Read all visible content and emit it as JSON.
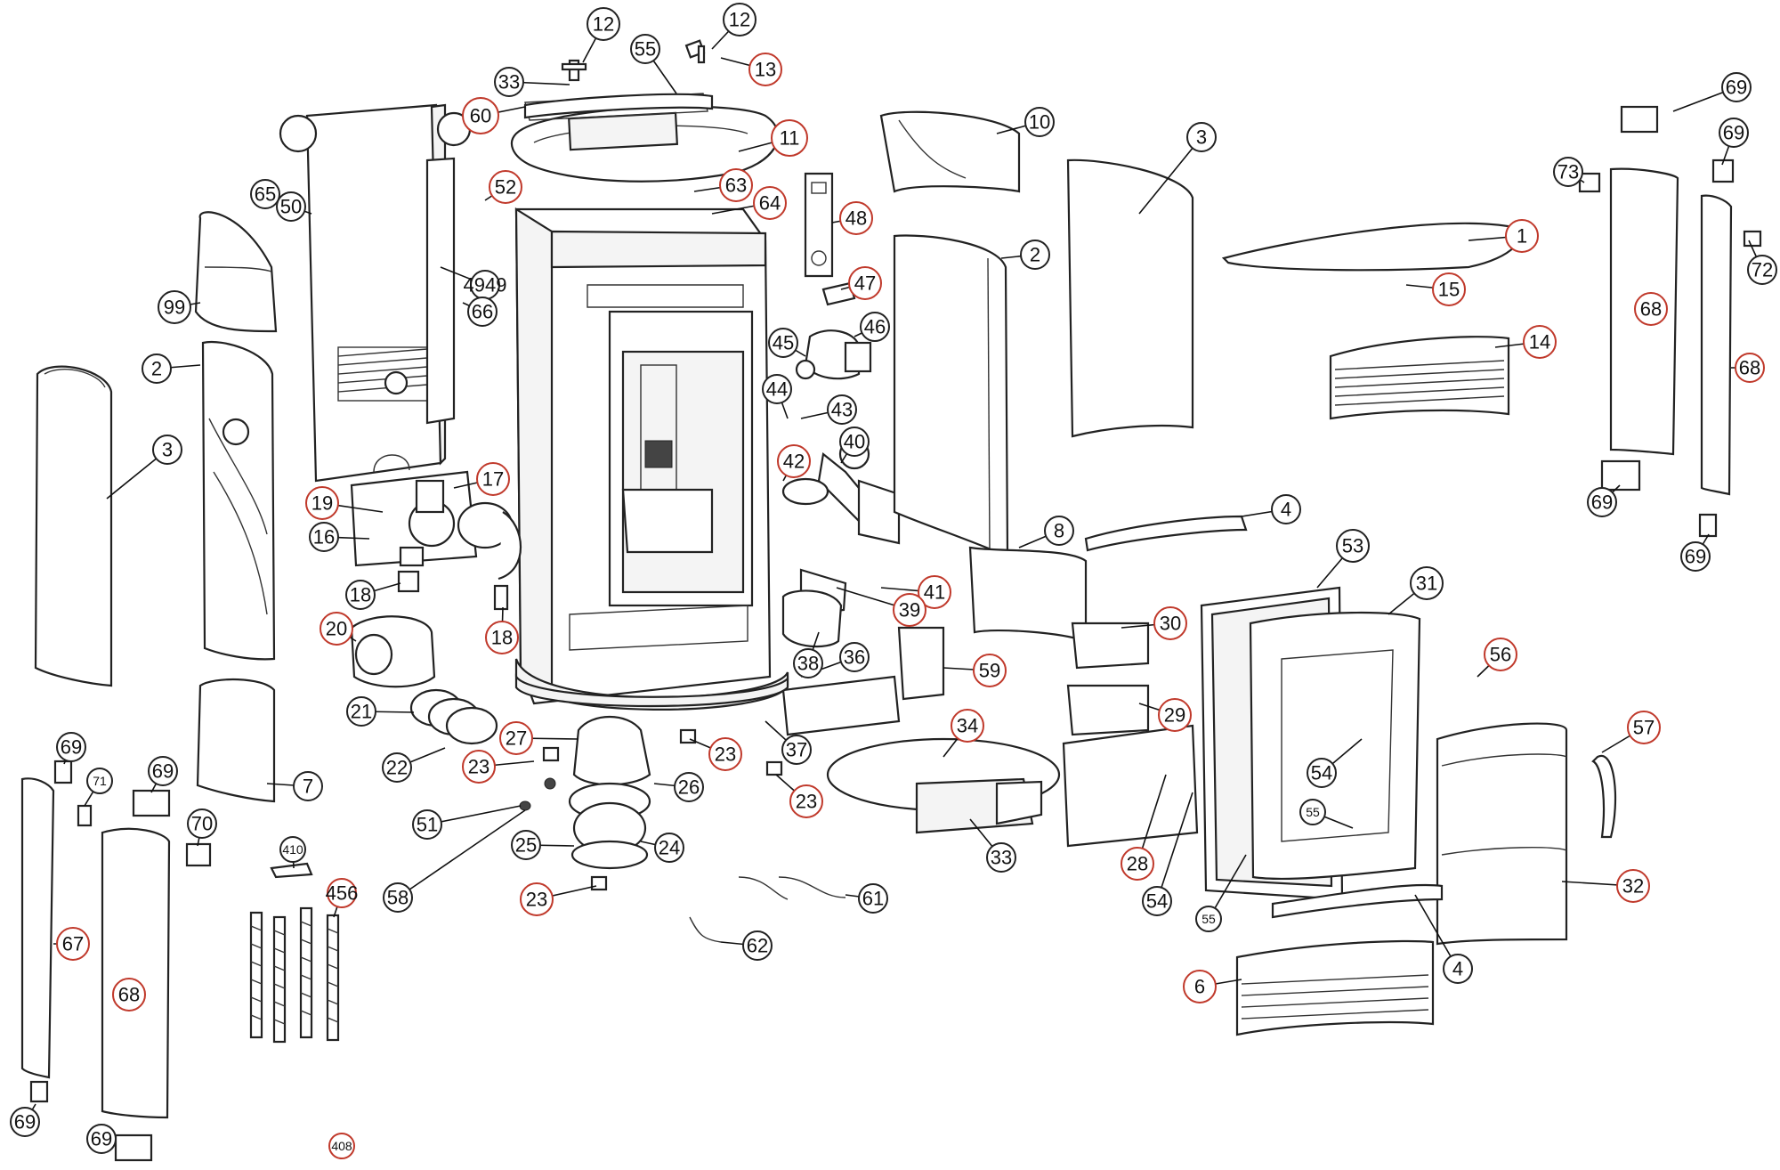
{
  "diagram": {
    "callout_ring_colors": {
      "red": "#c0392b",
      "black": "#222222"
    },
    "callouts": [
      {
        "id": "c-12a",
        "label": "12",
        "ring": "black"
      },
      {
        "id": "c-12b",
        "label": "12",
        "ring": "black"
      },
      {
        "id": "c-55a",
        "label": "55",
        "ring": "black"
      },
      {
        "id": "c-13",
        "label": "13",
        "ring": "red"
      },
      {
        "id": "c-33a",
        "label": "33",
        "ring": "black"
      },
      {
        "id": "c-60",
        "label": "60",
        "ring": "red"
      },
      {
        "id": "c-11",
        "label": "11",
        "ring": "red"
      },
      {
        "id": "c-63",
        "label": "63",
        "ring": "red"
      },
      {
        "id": "c-64",
        "label": "64",
        "ring": "red"
      },
      {
        "id": "c-52",
        "label": "52",
        "ring": "red"
      },
      {
        "id": "c-65",
        "label": "65",
        "ring": "black"
      },
      {
        "id": "c-50",
        "label": "50",
        "ring": "black"
      },
      {
        "id": "c-49",
        "label": "4949",
        "ring": "black"
      },
      {
        "id": "c-66",
        "label": "66",
        "ring": "black"
      },
      {
        "id": "c-99",
        "label": "99",
        "ring": "black"
      },
      {
        "id": "c-48",
        "label": "48",
        "ring": "red"
      },
      {
        "id": "c-47",
        "label": "47",
        "ring": "red"
      },
      {
        "id": "c-46",
        "label": "46",
        "ring": "black"
      },
      {
        "id": "c-45",
        "label": "45",
        "ring": "black"
      },
      {
        "id": "c-44",
        "label": "44",
        "ring": "black"
      },
      {
        "id": "c-43",
        "label": "43",
        "ring": "black"
      },
      {
        "id": "c-42",
        "label": "42",
        "ring": "red"
      },
      {
        "id": "c-40",
        "label": "40",
        "ring": "black"
      },
      {
        "id": "c-41",
        "label": "41",
        "ring": "red"
      },
      {
        "id": "c-39",
        "label": "39",
        "ring": "red"
      },
      {
        "id": "c-38",
        "label": "38",
        "ring": "black"
      },
      {
        "id": "c-36",
        "label": "36",
        "ring": "black"
      },
      {
        "id": "c-37",
        "label": "37",
        "ring": "black"
      },
      {
        "id": "c-59",
        "label": "59",
        "ring": "red"
      },
      {
        "id": "c-34",
        "label": "34",
        "ring": "red"
      },
      {
        "id": "c-33b",
        "label": "33",
        "ring": "black"
      },
      {
        "id": "c-10",
        "label": "10",
        "ring": "black"
      },
      {
        "id": "c-2a",
        "label": "2",
        "ring": "black"
      },
      {
        "id": "c-8",
        "label": "8",
        "ring": "black"
      },
      {
        "id": "c-3a",
        "label": "3",
        "ring": "black"
      },
      {
        "id": "c-4a",
        "label": "4",
        "ring": "black"
      },
      {
        "id": "c-30",
        "label": "30",
        "ring": "red"
      },
      {
        "id": "c-29",
        "label": "29",
        "ring": "red"
      },
      {
        "id": "c-28",
        "label": "28",
        "ring": "red"
      },
      {
        "id": "c-1",
        "label": "1",
        "ring": "red"
      },
      {
        "id": "c-15",
        "label": "15",
        "ring": "red"
      },
      {
        "id": "c-14",
        "label": "14",
        "ring": "red"
      },
      {
        "id": "c-53",
        "label": "53",
        "ring": "black"
      },
      {
        "id": "c-31",
        "label": "31",
        "ring": "black"
      },
      {
        "id": "c-54a",
        "label": "54",
        "ring": "black"
      },
      {
        "id": "c-55b",
        "label": "55",
        "ring": "black"
      },
      {
        "id": "c-54b",
        "label": "54",
        "ring": "black"
      },
      {
        "id": "c-55c",
        "label": "55",
        "ring": "black"
      },
      {
        "id": "c-56",
        "label": "56",
        "ring": "red"
      },
      {
        "id": "c-57",
        "label": "57",
        "ring": "red"
      },
      {
        "id": "c-32",
        "label": "32",
        "ring": "red"
      },
      {
        "id": "c-4b",
        "label": "4",
        "ring": "black"
      },
      {
        "id": "c-6",
        "label": "6",
        "ring": "red"
      },
      {
        "id": "c-69a",
        "label": "69",
        "ring": "black"
      },
      {
        "id": "c-69b",
        "label": "69",
        "ring": "black"
      },
      {
        "id": "c-73",
        "label": "73",
        "ring": "black"
      },
      {
        "id": "c-72",
        "label": "72",
        "ring": "black"
      },
      {
        "id": "c-68a",
        "label": "68",
        "ring": "red"
      },
      {
        "id": "c-68b",
        "label": "68",
        "ring": "red"
      },
      {
        "id": "c-69c",
        "label": "69",
        "ring": "black"
      },
      {
        "id": "c-69d",
        "label": "69",
        "ring": "black"
      },
      {
        "id": "c-2b",
        "label": "2",
        "ring": "black"
      },
      {
        "id": "c-3b",
        "label": "3",
        "ring": "black"
      },
      {
        "id": "c-19",
        "label": "19",
        "ring": "red"
      },
      {
        "id": "c-17",
        "label": "17",
        "ring": "red"
      },
      {
        "id": "c-16",
        "label": "16",
        "ring": "black"
      },
      {
        "id": "c-18a",
        "label": "18",
        "ring": "black"
      },
      {
        "id": "c-18b",
        "label": "18",
        "ring": "red"
      },
      {
        "id": "c-20",
        "label": "20",
        "ring": "red"
      },
      {
        "id": "c-7",
        "label": "7",
        "ring": "black"
      },
      {
        "id": "c-21",
        "label": "21",
        "ring": "black"
      },
      {
        "id": "c-22",
        "label": "22",
        "ring": "black"
      },
      {
        "id": "c-27",
        "label": "27",
        "ring": "red"
      },
      {
        "id": "c-23a",
        "label": "23",
        "ring": "red"
      },
      {
        "id": "c-23b",
        "label": "23",
        "ring": "red"
      },
      {
        "id": "c-23c",
        "label": "23",
        "ring": "red"
      },
      {
        "id": "c-23d",
        "label": "23",
        "ring": "red"
      },
      {
        "id": "c-26",
        "label": "26",
        "ring": "black"
      },
      {
        "id": "c-25",
        "label": "25",
        "ring": "black"
      },
      {
        "id": "c-24",
        "label": "24",
        "ring": "black"
      },
      {
        "id": "c-51",
        "label": "51",
        "ring": "black"
      },
      {
        "id": "c-58",
        "label": "58",
        "ring": "black"
      },
      {
        "id": "c-61",
        "label": "61",
        "ring": "black"
      },
      {
        "id": "c-62",
        "label": "62",
        "ring": "black"
      },
      {
        "id": "c-69e",
        "label": "69",
        "ring": "black"
      },
      {
        "id": "c-71",
        "label": "71",
        "ring": "black"
      },
      {
        "id": "c-69f",
        "label": "69",
        "ring": "black"
      },
      {
        "id": "c-70",
        "label": "70",
        "ring": "black"
      },
      {
        "id": "c-410",
        "label": "410",
        "ring": "black"
      },
      {
        "id": "c-456",
        "label": "456",
        "ring": "red"
      },
      {
        "id": "c-67",
        "label": "67",
        "ring": "red"
      },
      {
        "id": "c-68c",
        "label": "68",
        "ring": "red"
      },
      {
        "id": "c-69g",
        "label": "69",
        "ring": "black"
      },
      {
        "id": "c-69h",
        "label": "69",
        "ring": "black"
      },
      {
        "id": "c-408",
        "label": "408",
        "ring": "red"
      }
    ]
  }
}
